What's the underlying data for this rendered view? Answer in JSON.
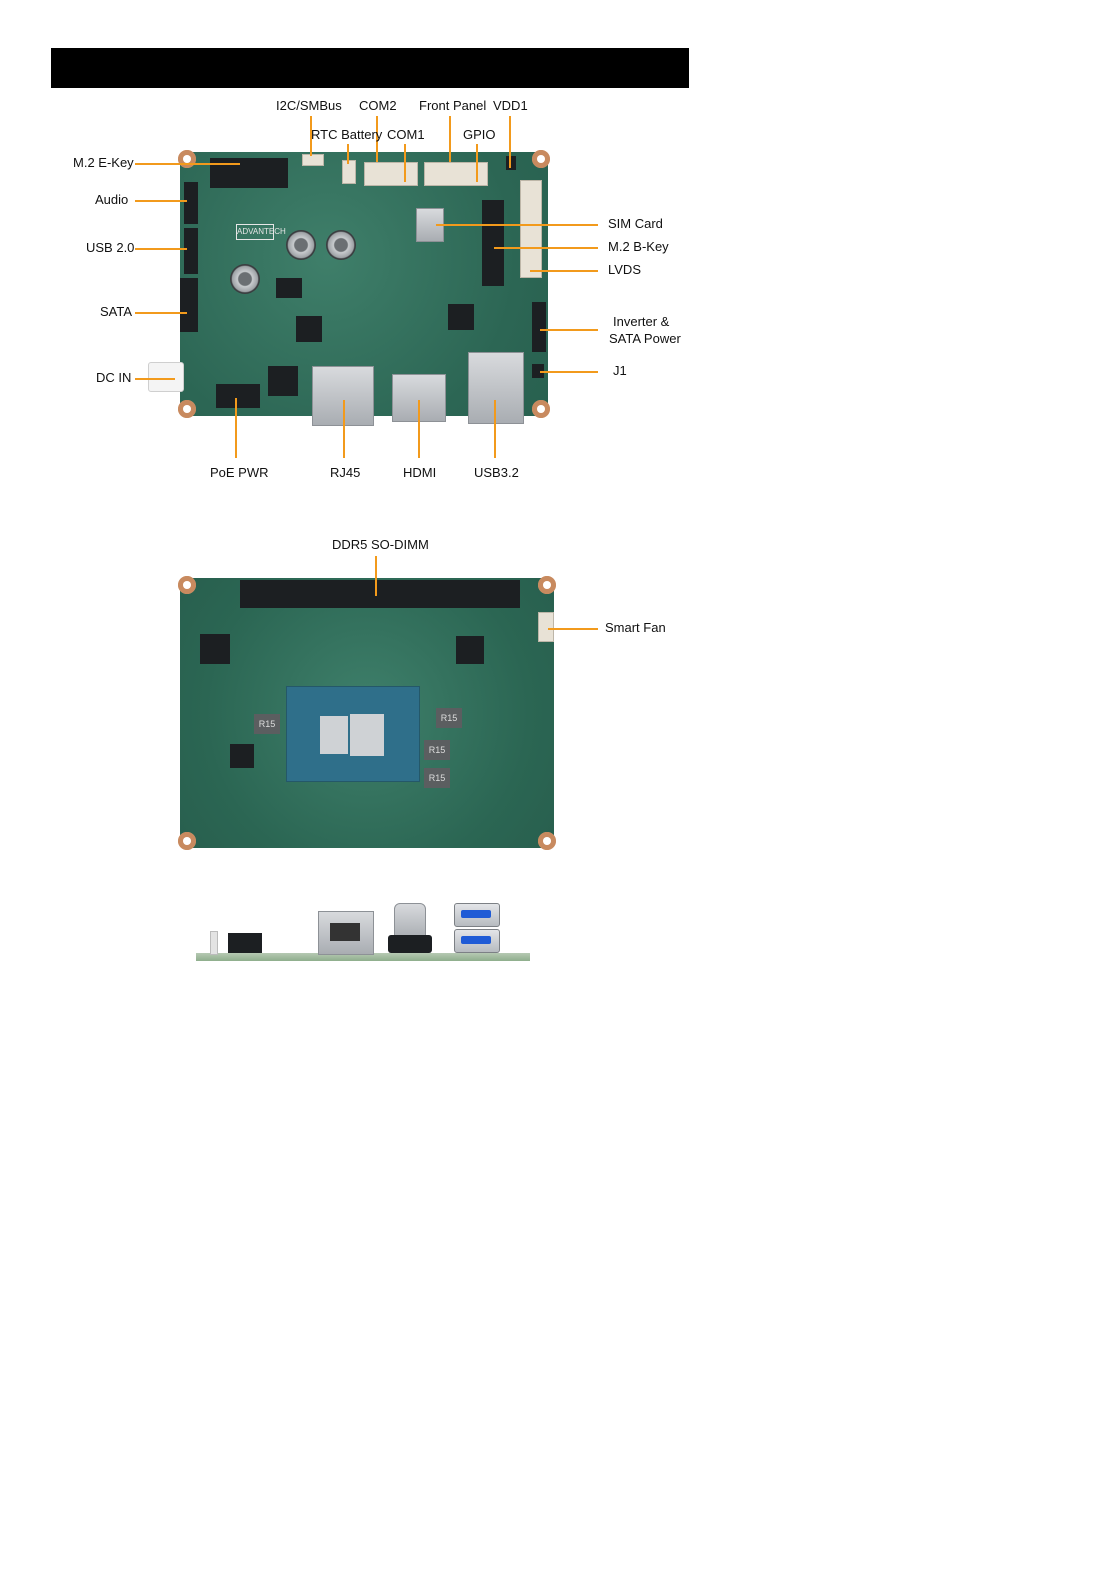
{
  "top_view": {
    "labels": {
      "i2c": "I2C/SMBus",
      "com2": "COM2",
      "front_panel": "Front Panel",
      "vdd1": "VDD1",
      "rtc_battery": "RTC Battery",
      "com1": "COM1",
      "gpio": "GPIO",
      "m2_ekey": "M.2 E-Key",
      "audio": "Audio",
      "usb20": "USB 2.0",
      "sata": "SATA",
      "dc_in": "DC IN",
      "sim_card": "SIM Card",
      "m2_bkey": "M.2 B-Key",
      "lvds": "LVDS",
      "inverter_line1": "Inverter &",
      "inverter_line2": "SATA Power",
      "j1": "J1",
      "poe_pwr": "PoE PWR",
      "rj45": "RJ45",
      "hdmi": "HDMI",
      "usb32": "USB3.2"
    },
    "board_marking": "ADVANTECH"
  },
  "bottom_view": {
    "labels": {
      "ddr5": "DDR5 SO-DIMM",
      "smart_fan": "Smart Fan"
    },
    "chip_marks": [
      "R15",
      "R15",
      "R15",
      "R15"
    ]
  },
  "colors": {
    "callout_line": "#f29a1c",
    "pcb": "#2c6654",
    "header_bar": "#000000"
  }
}
